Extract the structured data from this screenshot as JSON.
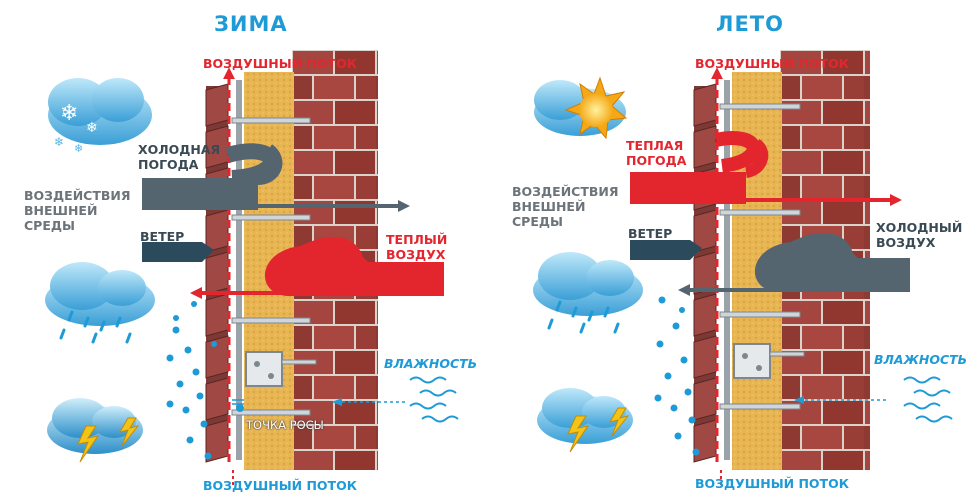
{
  "panels": {
    "winter": {
      "title": "ЗИМА",
      "air_flow_top": "ВОЗДУШНЫЙ ПОТОК",
      "air_flow_bottom": "ВОЗДУШНЫЙ ПОТОК",
      "weather_line1": "ХОЛОДНАЯ",
      "weather_line2": "ПОГОДА",
      "env_line1": "ВОЗДЕЙСТВИЯ",
      "env_line2": "ВНЕШНЕЙ",
      "env_line3": "СРЕДЫ",
      "wind": "ВЕТЕР",
      "inner_line1": "ТЕПЛЫЙ",
      "inner_line2": "ВОЗДУХ",
      "humidity": "ВЛАЖНОСТЬ",
      "dew_point": "ТОЧКА РОСЫ"
    },
    "summer": {
      "title": "ЛЕТО",
      "air_flow_top": "ВОЗДУШНЫЙ ПОТОК",
      "air_flow_bottom": "ВОЗДУШНЫЙ ПОТОК",
      "weather_line1": "ТЕПЛАЯ",
      "weather_line2": "ПОГОДА",
      "env_line1": "ВОЗДЕЙСТВИЯ",
      "env_line2": "ВНЕШНЕЙ",
      "env_line3": "СРЕДЫ",
      "wind": "ВЕТЕР",
      "inner_line1": "ХОЛОДНЫЙ",
      "inner_line2": "ВОЗДУХ",
      "humidity": "ВЛАЖНОСТЬ"
    }
  },
  "colors": {
    "title": "#1e9ad6",
    "warm_flow": "#e3262e",
    "cold_flow": "#55656f",
    "brick": "#9b3b35",
    "mortar": "#d9d3cc",
    "insulation": "#e8b553",
    "humidity": "#1e9ad6"
  },
  "icons": [
    "snow-cloud-icon",
    "sun-icon",
    "rain-cloud-icon",
    "storm-cloud-icon"
  ]
}
